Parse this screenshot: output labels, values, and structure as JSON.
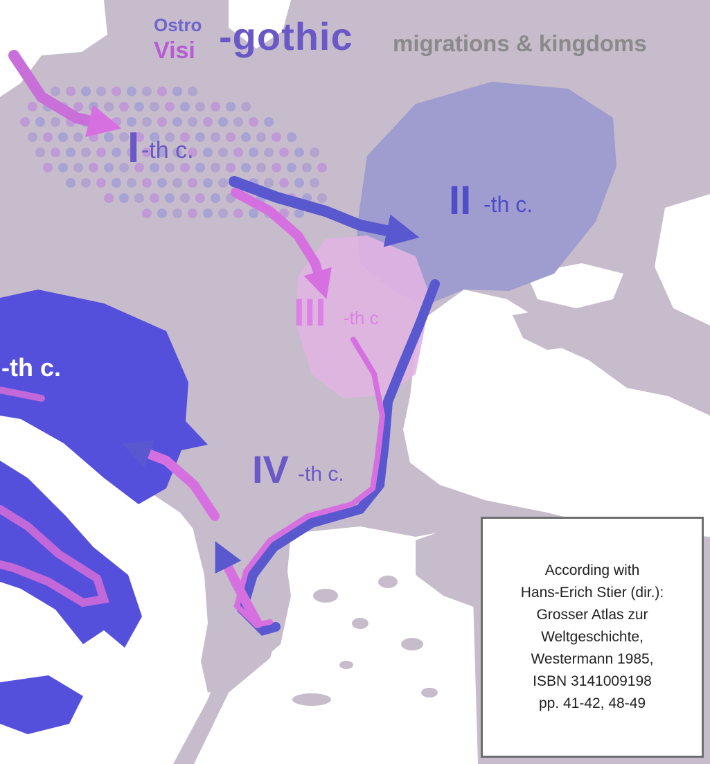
{
  "title": {
    "ostro": "Ostro",
    "visi": "Visi",
    "gothic": "-gothic",
    "rest": "migrations & kingdoms"
  },
  "labels": {
    "c1": {
      "roman": "I",
      "suffix": "-th c."
    },
    "c2": {
      "roman": "II",
      "suffix": "-th c."
    },
    "c3": {
      "roman": "III",
      "suffix": "-th c"
    },
    "c4": {
      "roman": "IV",
      "suffix": "-th c."
    },
    "c5": {
      "roman": "",
      "suffix": "-th c."
    }
  },
  "source": {
    "lines": [
      "According with",
      "Hans-Erich Stier (dir.):",
      "Grosser Atlas zur",
      "Weltgeschichte,",
      "Westermann 1985,",
      "ISBN 3141009198",
      "pp. 41-42, 48-49"
    ]
  },
  "colors": {
    "land": "#c6bccb",
    "sea": "#ffffff",
    "ostro_region": "#9f9dcf",
    "visi_region": "#e0b4e1",
    "kingdom": "#5550dc",
    "arrow_ostro": "#5a58cf",
    "arrow_visi": "#d670e0",
    "title_ostro": "#6f66cc",
    "title_visi": "#b85ad6",
    "title_gothic": "#6a58c6",
    "title_rest": "#8a8a8a"
  }
}
